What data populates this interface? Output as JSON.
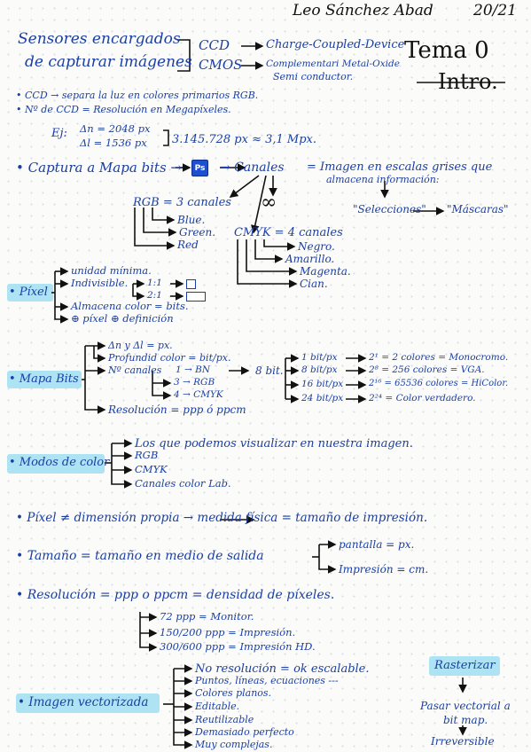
{
  "header": {
    "author": "Leo Sánchez Abad",
    "year": "20/21",
    "tema": "Tema 0",
    "intro": "Intro."
  },
  "sensores": {
    "title_1": "Sensores encargados",
    "title_2": "de capturar imágenes",
    "ccd": "CCD",
    "cmos": "CMOS",
    "ccd_full": "Charge-Coupled-Device",
    "cmos_full": "Complementari Metal-Oxide",
    "cmos_full_2": "Semi conductor.",
    "note_1": "• CCD → separa la luz en colores primarios RGB.",
    "note_2": "• Nº de CCD = Resolución en Megapíxeles.",
    "example_label": "Ej:",
    "dn": "Δn = 2048 px",
    "dl": "Δl = 1536 px",
    "result": "3.145.728 px ≈ 3,1 Mpx."
  },
  "captura": {
    "label": "• Captura a Mapa bits →",
    "ps_icon": "Ps",
    "canales": "→ Canales",
    "def": "= Imagen en escalas grises que",
    "def_2": "almacena información:",
    "infinity": "∞",
    "selecciones": "\"Selecciones\"",
    "mascaras": "\"Máscaras\"",
    "rgb": "RGB = 3 canales",
    "rgb_items": [
      "Blue.",
      "Green.",
      "Red"
    ],
    "cmyk": "CMYK = 4 canales",
    "cmyk_items": [
      "Negro.",
      "Amarillo.",
      "Magenta.",
      "Cian."
    ]
  },
  "pixel": {
    "label": "• Píxel",
    "unidad": "unidad mínima.",
    "indivisible": "Indivisible.",
    "r1": "1:1",
    "r2": "2:1",
    "almacena": "Almacena color = bits.",
    "definicion": "⊕ píxel ⊕ definición"
  },
  "mapa": {
    "label": "• Mapa Bits",
    "a": "Δn y Δl = px.",
    "b": "Profundid color = bit/px.",
    "c": "Nº canales",
    "c_items": [
      "1 → BN",
      "3 → RGB",
      "4 → CMYK"
    ],
    "bits8": "8 bit.",
    "depths": [
      "1 bit/px",
      "8 bit/px",
      "16 bit/px",
      "24 bit/px"
    ],
    "results": [
      "2¹ = 2 colores = Monocromo.",
      "2⁸ = 256 colores = VGA.",
      "2¹⁶ = 65536 colores = HiColor.",
      "2²⁴ = Color verdadero."
    ],
    "resolucion": "Resolución = ppp ó ppcm"
  },
  "modos": {
    "label": "• Modos de color",
    "items": [
      "Los que podemos visualizar en nuestra imagen.",
      "RGB",
      "CMYK",
      "Canales color Lab."
    ]
  },
  "bullets": {
    "pixel_dim": "• Píxel ≠ dimensión propia → medida física = tamaño de impresión.",
    "tamano": "• Tamaño = tamaño en medio de salida",
    "pantalla": "pantalla = px.",
    "impresion": "Impresión = cm.",
    "resolucion": "• Resolución = ppp o ppcm = densidad de píxeles.",
    "res_items": [
      "72 ppp = Monitor.",
      "150/200 ppp = Impresión.",
      "300/600 ppp = Impresión HD."
    ]
  },
  "vector": {
    "label": "• Imagen vectorizada",
    "items": [
      "No resolución = ok escalable.",
      "Puntos, líneas, ecuaciones ---",
      "Colores planos.",
      "Editable.",
      "Reutilizable",
      "Demasiado perfecto",
      "Muy complejas."
    ],
    "rasterizar": "Rasterizar",
    "pasar_1": "Pasar vectorial a",
    "pasar_2": "bit map.",
    "irreversible": "Irreversible"
  }
}
